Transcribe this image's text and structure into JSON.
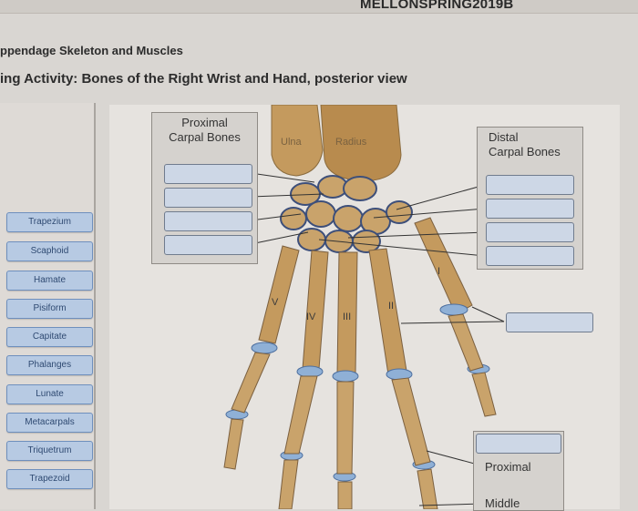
{
  "header": {
    "course": "MELLONSPRING2019B"
  },
  "section_title": "ppendage Skeleton and Muscles",
  "activity_title": "ing Activity: Bones of the Right Wrist and Hand, posterior view",
  "word_bank": [
    "Trapezium",
    "Scaphoid",
    "Hamate",
    "Pisiform",
    "Capitate",
    "Phalanges",
    "Lunate",
    "Metacarpals",
    "Triquetrum",
    "Trapezoid"
  ],
  "figure": {
    "proximal_carpal_title_line1": "Proximal",
    "proximal_carpal_title_line2": "Carpal Bones",
    "distal_carpal_title_line1": "Distal",
    "distal_carpal_title_line2": "Carpal Bones",
    "ulna_label": "Ulna",
    "radius_label": "Radius",
    "metacarpal_numerals": [
      "V",
      "IV",
      "III",
      "II",
      "I"
    ],
    "phalanx_labels": {
      "proximal": "Proximal",
      "middle": "Middle"
    }
  }
}
